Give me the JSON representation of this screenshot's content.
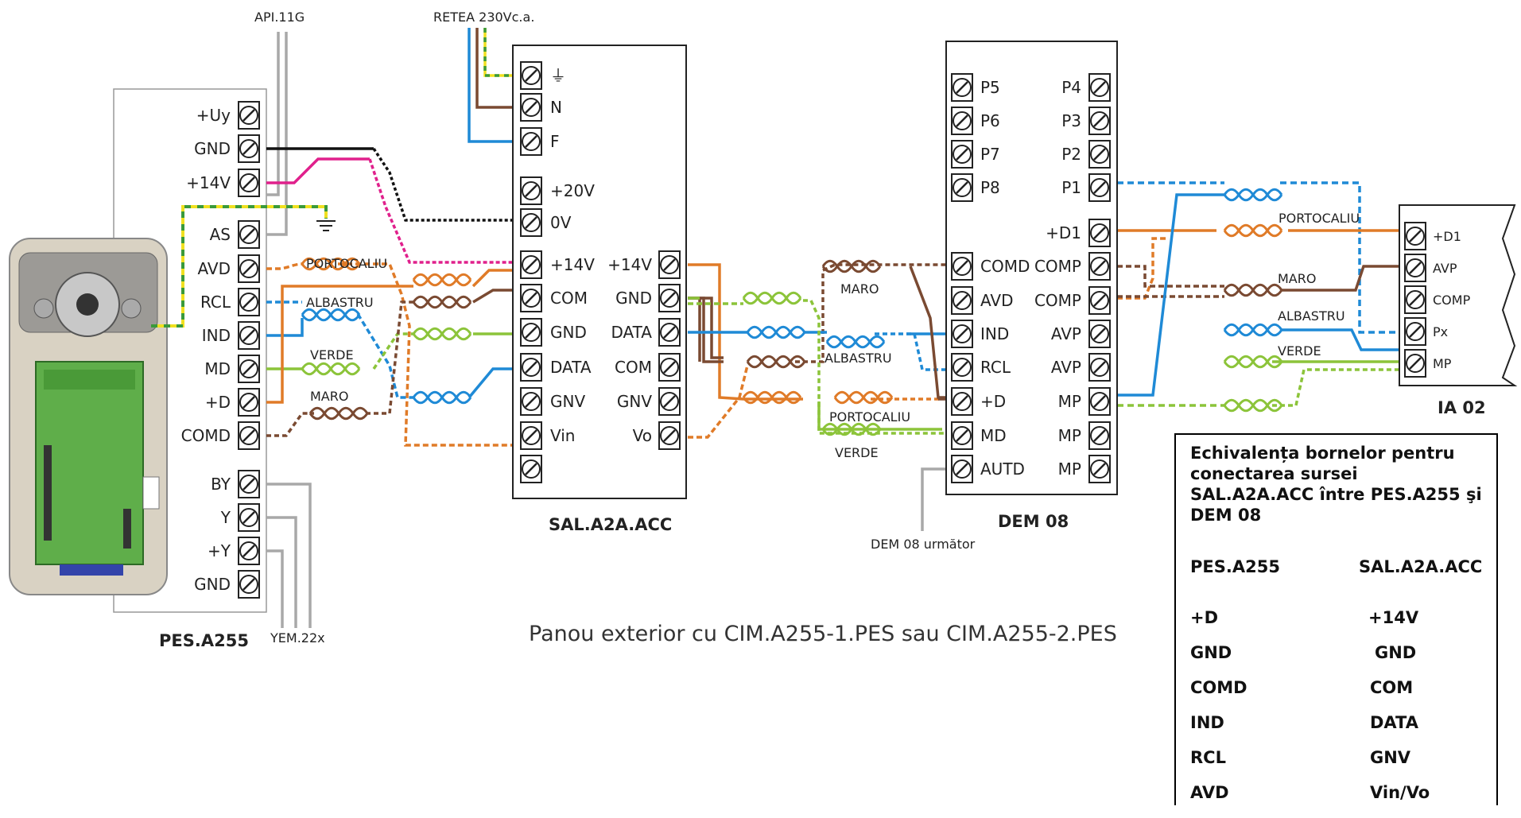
{
  "top_labels": {
    "api": "API.11G",
    "network": "RETEA 230Vc.a."
  },
  "pes": {
    "name": "PES.A255",
    "terminals": [
      "+Uy",
      "GND",
      "+14V",
      "AS",
      "AVD",
      "RCL",
      "IND",
      "MD",
      "+D",
      "COMD",
      "BY",
      "Y",
      "+Y",
      "GND"
    ],
    "yem": "YEM.22x"
  },
  "sal": {
    "name": "SAL.A2A.ACC",
    "top_terminals": [
      "⏚",
      "N",
      "F",
      "+20V",
      "0V"
    ],
    "left_terminals": [
      "+14V",
      "COM",
      "GND",
      "DATA",
      "GNV",
      "Vin",
      ""
    ],
    "right_terminals": [
      "+14V",
      "GND",
      "DATA",
      "COM",
      "GNV",
      "Vo"
    ]
  },
  "dem": {
    "name": "DEM 08",
    "left_top": [
      "P5",
      "P6",
      "P7",
      "P8"
    ],
    "right_top": [
      "P4",
      "P3",
      "P2",
      "P1"
    ],
    "left_bottom": [
      "COMD",
      "AVD",
      "IND",
      "RCL",
      "+D",
      "MD",
      "AUTD"
    ],
    "right_bottom": [
      "+D1",
      "COMP",
      "COMP",
      "AVP",
      "AVP",
      "MP",
      "MP",
      "MP"
    ],
    "next": "DEM 08 următor"
  },
  "ia": {
    "name": "IA 02",
    "terminals": [
      "+D1",
      "AVP",
      "COMP",
      "Px",
      "MP"
    ]
  },
  "wire_labels": {
    "portocaliu": "PORTOCALIU",
    "albastru": "ALBASTRU",
    "verde": "VERDE",
    "maro": "MARO"
  },
  "caption": "Panou exterior cu CIM.A255-1.PES sau CIM.A255-2.PES",
  "legend": {
    "title": "Echivalența bornelor pentru conectarea sursei SAL.A2A.ACC între PES.A255 şi DEM 08",
    "col1": "PES.A255",
    "col2": "SAL.A2A.ACC",
    "rows": [
      {
        "a": "+D",
        "b": "+14V"
      },
      {
        "a": "GND",
        "b": "GND"
      },
      {
        "a": "COMD",
        "b": "COM"
      },
      {
        "a": "IND",
        "b": "DATA"
      },
      {
        "a": "RCL",
        "b": "GNV"
      },
      {
        "a": "AVD",
        "b": "Vin/Vo"
      }
    ]
  },
  "colors": {
    "orange": "#e07b28",
    "brown": "#7a4a32",
    "blue": "#1f8ad6",
    "green": "#8cc43a",
    "magenta": "#e0208c",
    "yellow": "#f0e020",
    "gray": "#a8a8a8"
  }
}
